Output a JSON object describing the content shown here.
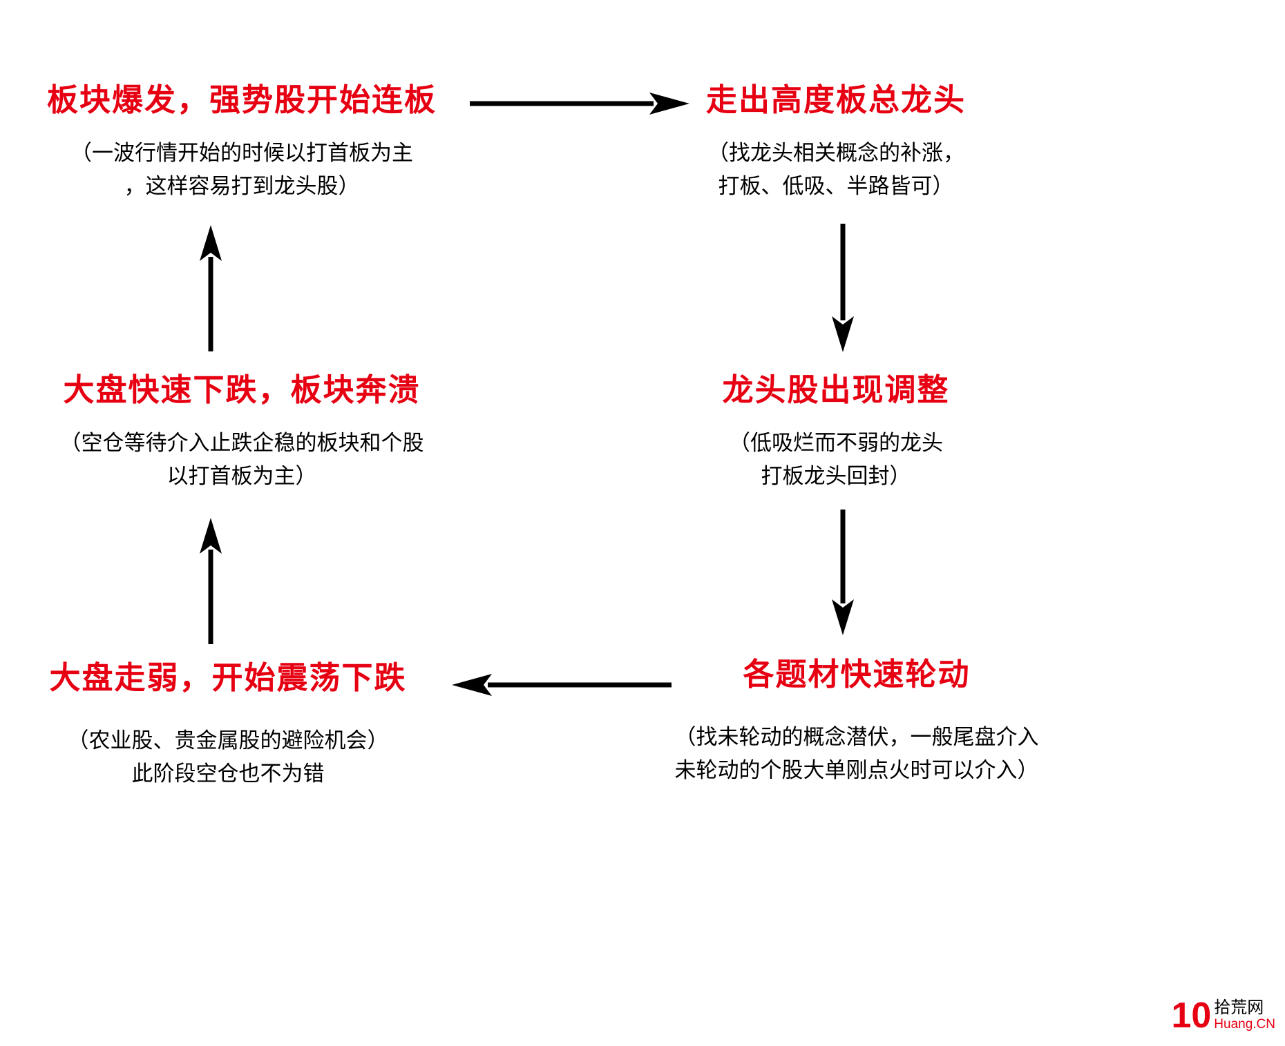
{
  "colors": {
    "title_red": "#e60012",
    "body_text": "#000000",
    "arrow": "#000000",
    "background": "#ffffff"
  },
  "nodes": {
    "top_left": {
      "title": "板块爆发，强势股开始连板",
      "sub_lines": [
        "（一波行情开始的时候以打首板为主",
        "，这样容易打到龙头股）"
      ]
    },
    "top_right": {
      "title": "走出高度板总龙头",
      "sub_lines": [
        "（找龙头相关概念的补涨，",
        "打板、低吸、半路皆可）"
      ]
    },
    "middle_right": {
      "title": "龙头股出现调整",
      "sub_lines": [
        "（低吸烂而不弱的龙头",
        "打板龙头回封）"
      ]
    },
    "bottom_right": {
      "title": "各题材快速轮动",
      "sub_lines": [
        "（找未轮动的概念潜伏，一般尾盘介入",
        "未轮动的个股大单刚点火时可以介入）"
      ]
    },
    "bottom_left": {
      "title": "大盘走弱，开始震荡下跌",
      "sub_lines": [
        "（农业股、贵金属股的避险机会）",
        "此阶段空仓也不为错"
      ]
    },
    "middle_left": {
      "title": "大盘快速下跌，板块奔溃",
      "sub_lines": [
        "（空仓等待介入止跌企稳的板块和个股",
        "以打首板为主）"
      ]
    }
  },
  "watermark": {
    "number": "10",
    "name": "拾荒网",
    "url": "Huang.CN"
  }
}
